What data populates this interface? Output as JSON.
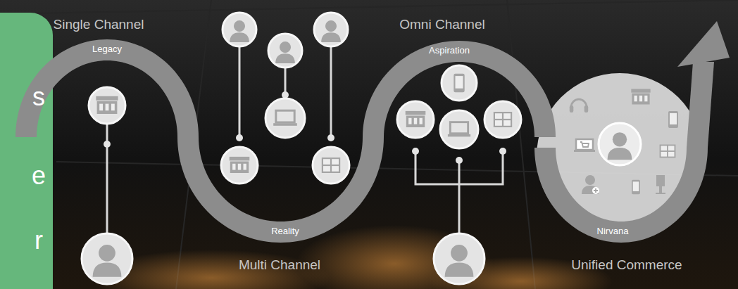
{
  "diagram": {
    "nodes": [
      {
        "text": [
          "Single Channel",
          "Legacy"
        ]
      },
      {
        "text": [
          "Reality",
          "Multi Channel"
        ]
      },
      {
        "text": [
          "Omni Channel",
          "Aspiration"
        ]
      },
      {
        "text": [
          "Nirvana",
          "Unified Commerce"
        ]
      }
    ],
    "labels": [
      "s",
      "e",
      "r"
    ]
  }
}
